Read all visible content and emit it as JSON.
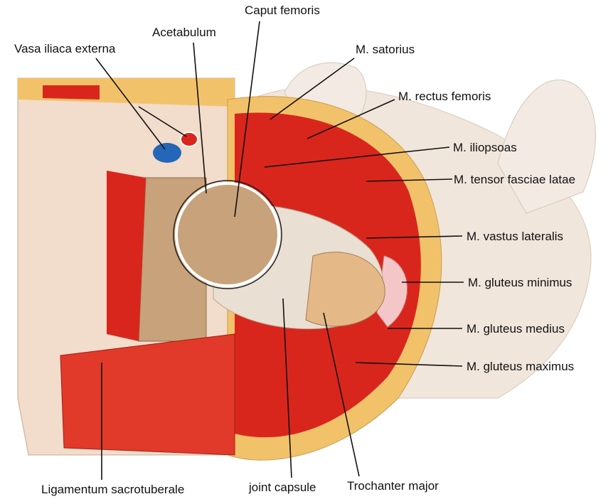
{
  "figure": {
    "colors": {
      "muscle": "#d9261c",
      "fat": "#f2c26b",
      "skin": "#f3dcc8",
      "bone": "#c8a27a",
      "capsule": "#e9dfd2",
      "vein": "#2466b8",
      "line": "#111111"
    },
    "labels": [
      {
        "id": "caput-femoris",
        "text": "Caput femoris"
      },
      {
        "id": "acetabulum",
        "text": "Acetabulum"
      },
      {
        "id": "vasa-iliaca-externa",
        "text": "Vasa iliaca externa"
      },
      {
        "id": "m-satorius",
        "text": "M. satorius"
      },
      {
        "id": "m-rectus-femoris",
        "text": "M. rectus femoris"
      },
      {
        "id": "m-iliopsoas",
        "text": "M. iliopsoas"
      },
      {
        "id": "m-tensor-fasciae-latae",
        "text": "M. tensor fasciae latae"
      },
      {
        "id": "m-vastus-lateralis",
        "text": "M. vastus lateralis"
      },
      {
        "id": "m-gluteus-minimus",
        "text": "M. gluteus minimus"
      },
      {
        "id": "m-gluteus-medius",
        "text": "M. gluteus medius"
      },
      {
        "id": "m-gluteus-maximus",
        "text": "M. gluteus maximus"
      },
      {
        "id": "ligamentum-sacrotuberale",
        "text": "Ligamentum sacrotuberale"
      },
      {
        "id": "joint-capsule",
        "text": "joint capsule"
      },
      {
        "id": "trochanter-major",
        "text": "Trochanter major"
      }
    ]
  }
}
